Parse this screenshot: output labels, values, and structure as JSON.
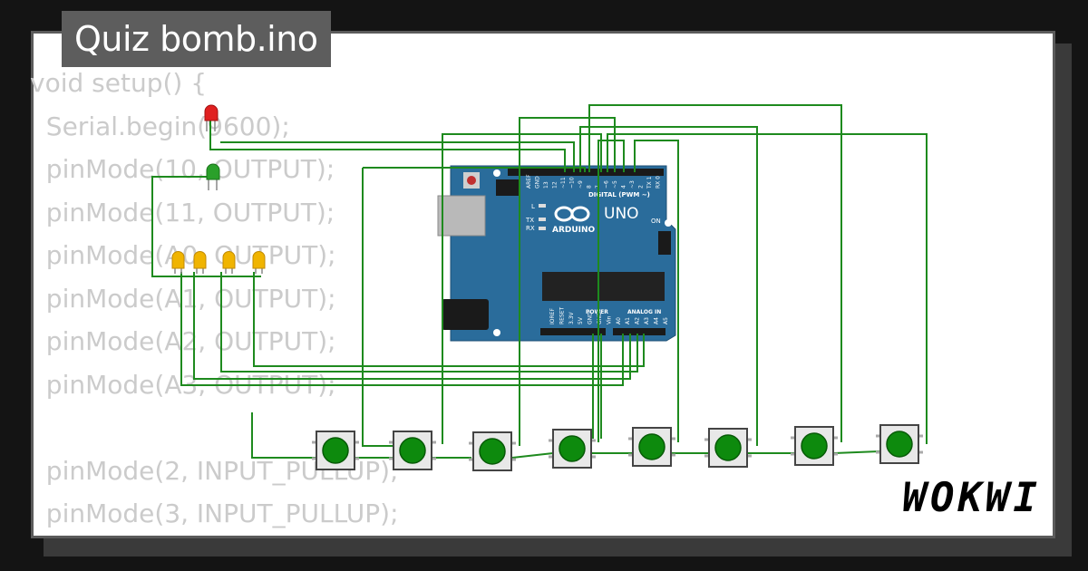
{
  "title": "Quiz bomb.ino",
  "code_lines": [
    "void setup() {",
    "  Serial.begin(9600);",
    "  pinMode(10, OUTPUT);",
    "  pinMode(11, OUTPUT);",
    "  pinMode(A0, OUTPUT);",
    "  pinMode(A1, OUTPUT);",
    "  pinMode(A2, OUTPUT);",
    "  pinMode(A3, OUTPUT);",
    "",
    "  pinMode(2, INPUT_PULLUP);",
    "  pinMode(3, INPUT_PULLUP);"
  ],
  "board": {
    "name": "UNO",
    "brand": "ARDUINO",
    "digital_label": "DIGITAL (PWM ~)",
    "power_label": "POWER",
    "analog_label": "ANALOG IN",
    "on_label": "ON",
    "tx_label": "TX",
    "rx_label": "RX",
    "l_label": "L",
    "top_pins": [
      "AREF",
      "GND",
      "13",
      "12",
      "~11",
      "~10",
      "~9",
      "8",
      "7",
      "~6",
      "~5",
      "4",
      "~3",
      "2",
      "TX 1",
      "RX 0"
    ],
    "bottom_pins": [
      "IOREF",
      "RESET",
      "3.3V",
      "5V",
      "GND",
      "GND",
      "Vin",
      "A0",
      "A1",
      "A2",
      "A3",
      "A4",
      "A5"
    ]
  },
  "brand_logo": "WOKWI",
  "colors": {
    "wire": "#1e8a1e",
    "board": "#2a6c9b",
    "led_red": "#e02020",
    "led_green": "#2aa02a",
    "led_yellow": "#f0b400",
    "button": "#0d8a0d"
  }
}
